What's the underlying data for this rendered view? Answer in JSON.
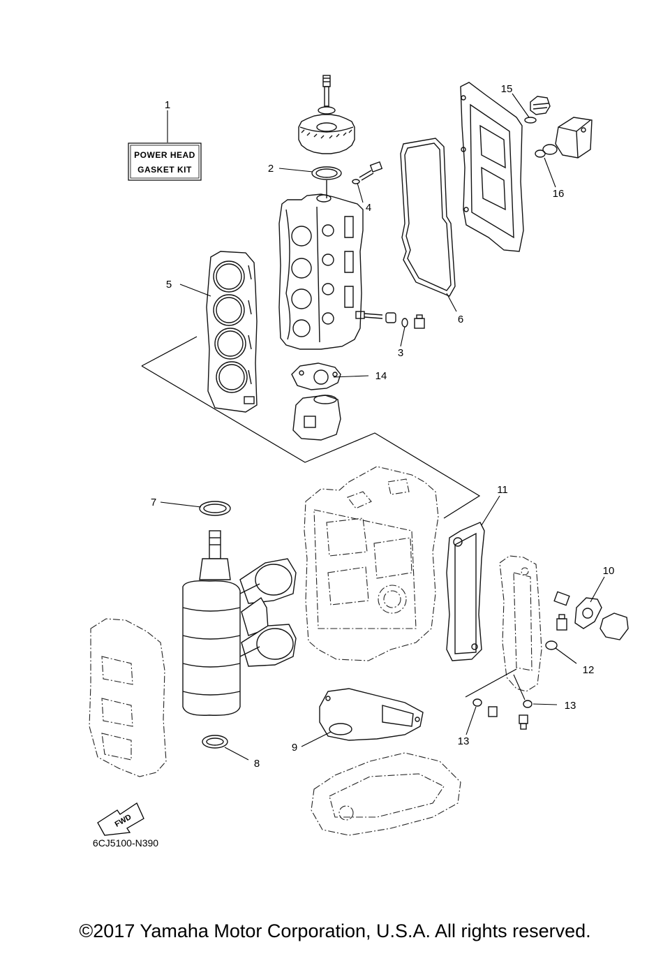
{
  "kit_label": {
    "line1": "POWER HEAD",
    "line2": "GASKET KIT"
  },
  "diagram_code": "6CJ5100-N390",
  "fwd_label": "FWD",
  "callouts": {
    "c1": "1",
    "c2": "2",
    "c3": "3",
    "c4": "4",
    "c5": "5",
    "c6": "6",
    "c7": "7",
    "c8": "8",
    "c9": "9",
    "c10": "10",
    "c11": "11",
    "c12": "12",
    "c13a": "13",
    "c13b": "13",
    "c14": "14",
    "c15": "15",
    "c16": "16"
  },
  "copyright": "©2017 Yamaha Motor Corporation, U.S.A. All rights reserved."
}
